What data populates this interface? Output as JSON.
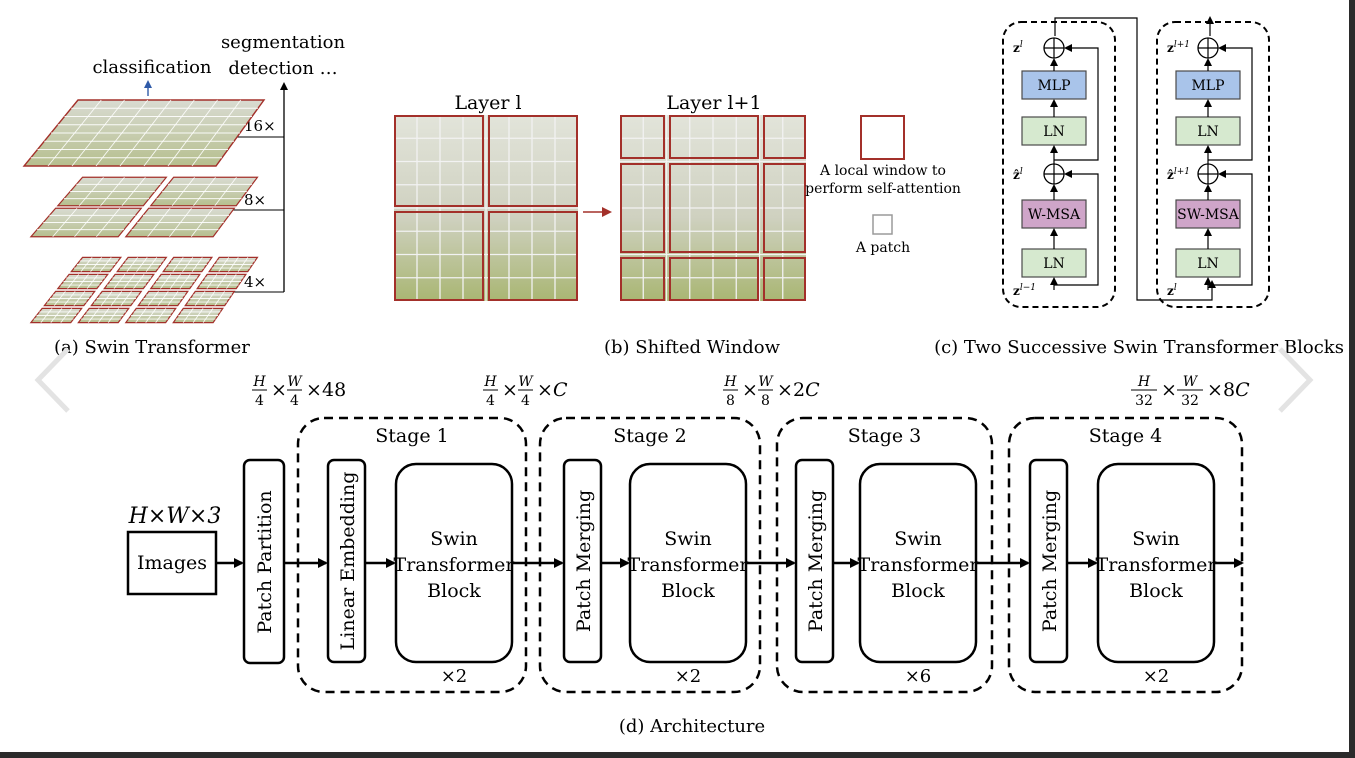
{
  "panel_a": {
    "caption": "(a) Swin Transformer",
    "label_classification": "classification",
    "label_segmentation": "segmentation",
    "label_detection": "detection …",
    "scale_16": "16×",
    "scale_8": "8×",
    "scale_4": "4×"
  },
  "panel_b": {
    "caption": "(b) Shifted Window",
    "layer_l": "Layer l",
    "layer_l1": "Layer l+1",
    "legend_window_line1": "A local window to",
    "legend_window_line2": "perform self-attention",
    "legend_patch": "A patch"
  },
  "panel_c": {
    "caption": "(c) Two Successive Swin Transformer Blocks",
    "block1": {
      "mlp": "MLP",
      "ln_top": "LN",
      "attn": "W-MSA",
      "ln_bottom": "LN"
    },
    "block2": {
      "mlp": "MLP",
      "ln_top": "LN",
      "attn": "SW-MSA",
      "ln_bottom": "LN"
    }
  },
  "panel_d": {
    "caption": "(d) Architecture",
    "input_dims": "H×W×3",
    "images": "Images",
    "patch_partition": "Patch Partition",
    "dim_after_partition": "H/4 × W/4 ×48",
    "stages": [
      {
        "title": "Stage 1",
        "first": "Linear Embedding",
        "block_lines": [
          "Swin",
          "Transformer",
          "Block"
        ],
        "repeat": "×2",
        "dim": "H/4 × W/4 ×C"
      },
      {
        "title": "Stage 2",
        "first": "Patch Merging",
        "block_lines": [
          "Swin",
          "Transformer",
          "Block"
        ],
        "repeat": "×2",
        "dim": "H/8 × W/8 ×2C"
      },
      {
        "title": "Stage 3",
        "first": "Patch Merging",
        "block_lines": [
          "Swin",
          "Transformer",
          "Block"
        ],
        "repeat": "×6",
        "dim": ""
      },
      {
        "title": "Stage 4",
        "first": "Patch Merging",
        "block_lines": [
          "Swin",
          "Transformer",
          "Block"
        ],
        "repeat": "×2",
        "dim": "H/32 × W/32 ×8C"
      }
    ]
  },
  "colors": {
    "window_border": "#a3302a",
    "mlp_fill": "#a9c4ea",
    "ln_fill": "#d6e9cf",
    "attn_fill": "#cfa5c9",
    "image_tint": "#c9cfb8"
  }
}
